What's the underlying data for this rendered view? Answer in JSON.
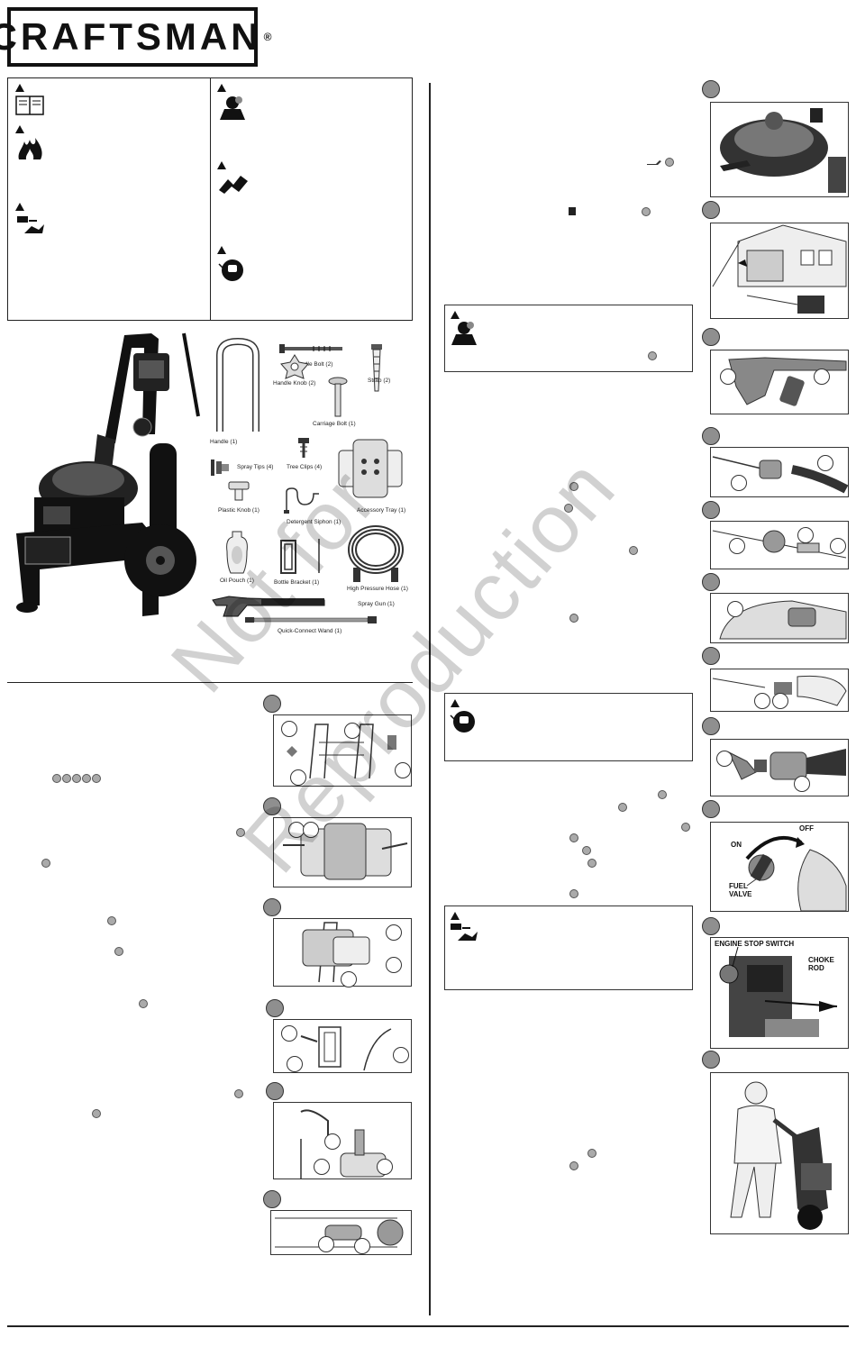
{
  "brand": {
    "logo_text": "CRAFTSMAN"
  },
  "watermark": {
    "line1": "Not for",
    "line2": "Reproduction"
  },
  "parts": [
    {
      "label": "Handle Bolt (2)"
    },
    {
      "label": "Strap (2)"
    },
    {
      "label": "Handle Knob (2)"
    },
    {
      "label": "Carriage Bolt (1)"
    },
    {
      "label": "Handle (1)"
    },
    {
      "label": "Spray Tips (4)"
    },
    {
      "label": "Tree Clips (4)"
    },
    {
      "label": "Accessory Tray (1)"
    },
    {
      "label": "Plastic Knob (1)"
    },
    {
      "label": "Detergent Siphon (1)"
    },
    {
      "label": "Oil Pouch (1)"
    },
    {
      "label": "Bottle Bracket (1)"
    },
    {
      "label": "High Pressure Hose (1)"
    },
    {
      "label": "Spray Gun (1)"
    },
    {
      "label": "Quick-Connect Wand (1)"
    }
  ],
  "figures": {
    "fuel_valve": {
      "on": "ON",
      "off": "OFF",
      "valve": "FUEL VALVE"
    },
    "engine": {
      "stop_switch": "ENGINE STOP SWITCH",
      "choke_rod": "CHOKE ROD"
    }
  },
  "colors": {
    "badge": "#8f8f8f",
    "line": "#222222"
  }
}
